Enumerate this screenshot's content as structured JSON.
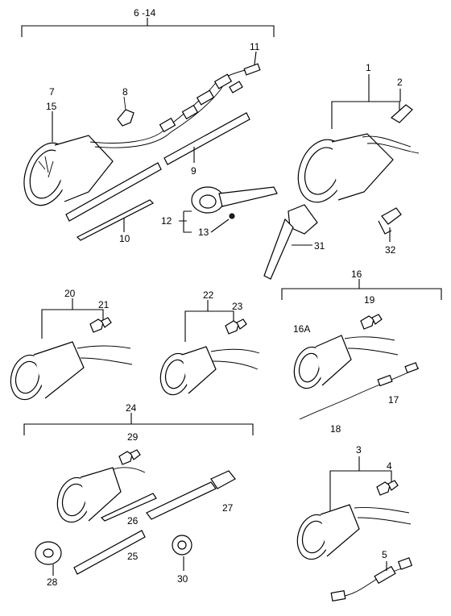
{
  "callouts": {
    "c1": "1",
    "c2": "2",
    "c3": "3",
    "c4": "4",
    "c5": "5",
    "c6_14": "6 -14",
    "c7": "7",
    "c8": "8",
    "c9": "9",
    "c10": "10",
    "c11": "11",
    "c12": "12",
    "c13": "13",
    "c15": "15",
    "c16": "16",
    "c16a": "16A",
    "c17": "17",
    "c18": "18",
    "c19": "19",
    "c20": "20",
    "c21": "21",
    "c22": "22",
    "c23": "23",
    "c24": "24",
    "c25": "25",
    "c26": "26",
    "c27": "27",
    "c28": "28",
    "c29": "29",
    "c30": "30",
    "c31": "31",
    "c32": "32"
  }
}
